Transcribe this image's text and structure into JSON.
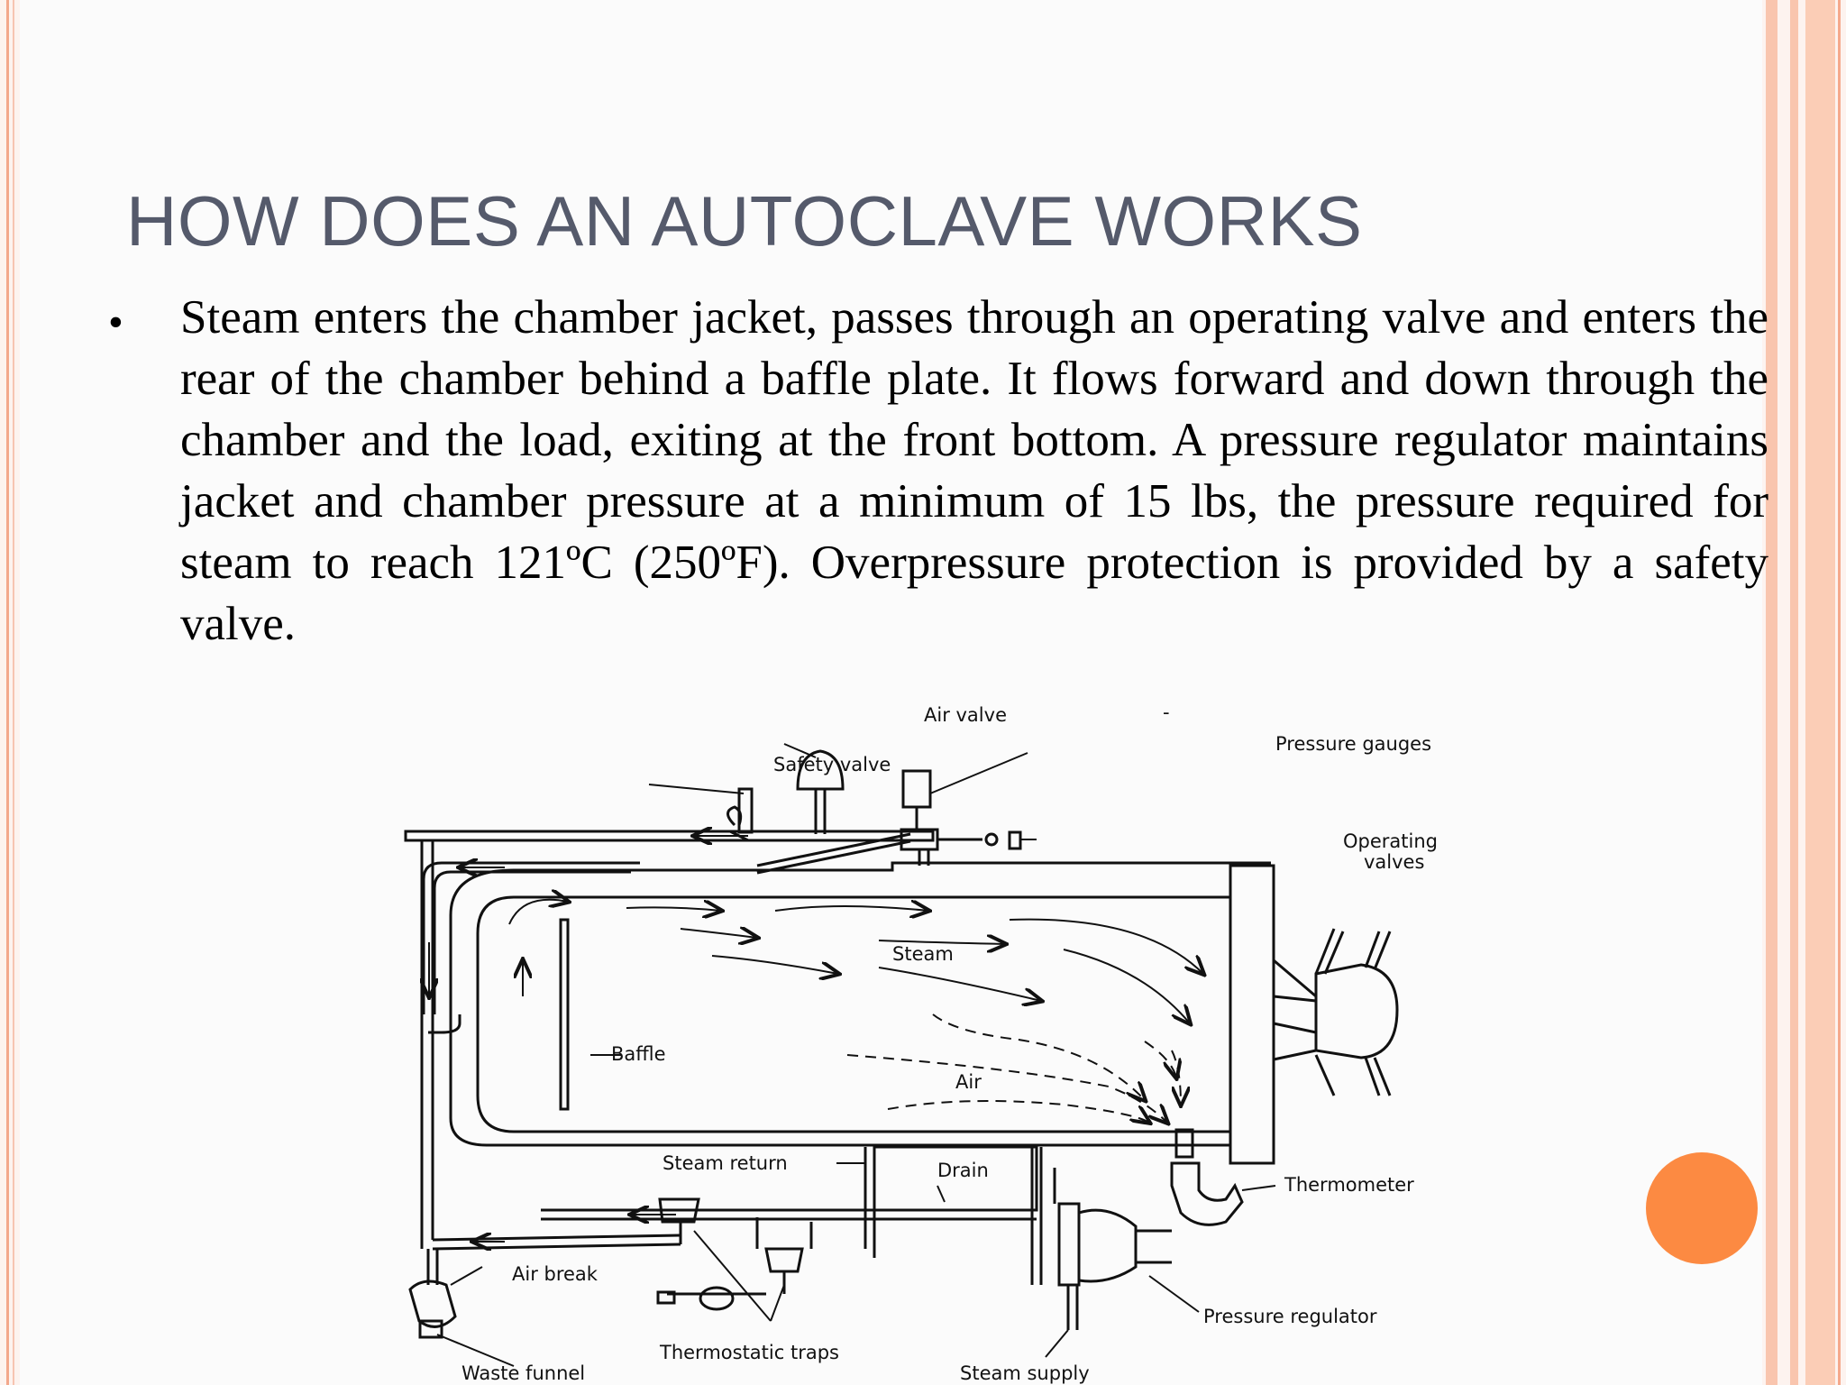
{
  "slide": {
    "title": "HOW DOES AN AUTOCLAVE WORKS",
    "bullet_symbol": "•",
    "bullet_text": "Steam enters the chamber jacket, passes through an operating valve and enters the rear of the chamber behind a baffle plate. It flows forward and down through the chamber and the load, exiting at the front bottom. A pressure regulator maintains jacket and chamber pressure at a minimum of 15 lbs, the pressure required for steam to reach 121ºC (250ºF). Overpressure protection is provided by a safety valve."
  },
  "diagram": {
    "labels": {
      "air_valve": "Air valve",
      "pressure_gauges": "Pressure gauges",
      "safety_valve": "Safety valve",
      "operating_valves_line1": "Operating",
      "operating_valves_line2": "valves",
      "steam": "Steam",
      "baffle": "Baffle",
      "air": "Air",
      "steam_return": "Steam return",
      "drain": "Drain",
      "thermometer": "Thermometer",
      "air_break": "Air break",
      "thermostatic_traps": "Thermostatic traps",
      "pressure_regulator": "Pressure regulator",
      "waste_funnel": "Waste funnel",
      "steam_supply": "Steam supply"
    }
  },
  "colors": {
    "title": "#555a6b",
    "accent_dot": "#fc8a42",
    "border": "#f9c5ae"
  }
}
